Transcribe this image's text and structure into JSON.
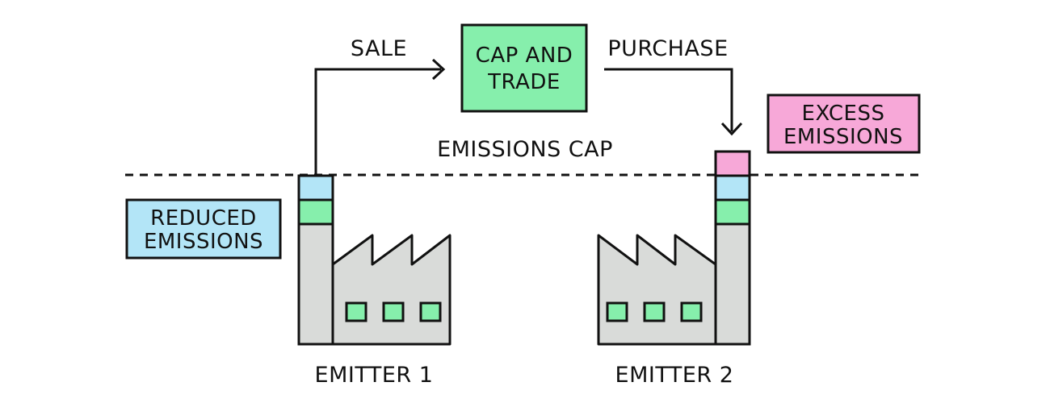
{
  "labels": {
    "sale": "SALE",
    "purchase": "PURCHASE",
    "cap_and_trade_line1": "CAP AND",
    "cap_and_trade_line2": "TRADE",
    "emissions_cap": "EMISSIONS CAP",
    "excess_emissions_line1": "EXCESS",
    "excess_emissions_line2": "EMISSIONS",
    "reduced_emissions_line1": "REDUCED",
    "reduced_emissions_line2": "EMISSIONS",
    "emitter1": "EMITTER 1",
    "emitter2": "EMITTER 2"
  },
  "colors": {
    "green": "#86efac",
    "blue": "#b3e5f7",
    "pink": "#f7a8d8",
    "factory": "#d9dbd9",
    "stroke": "#111111"
  }
}
